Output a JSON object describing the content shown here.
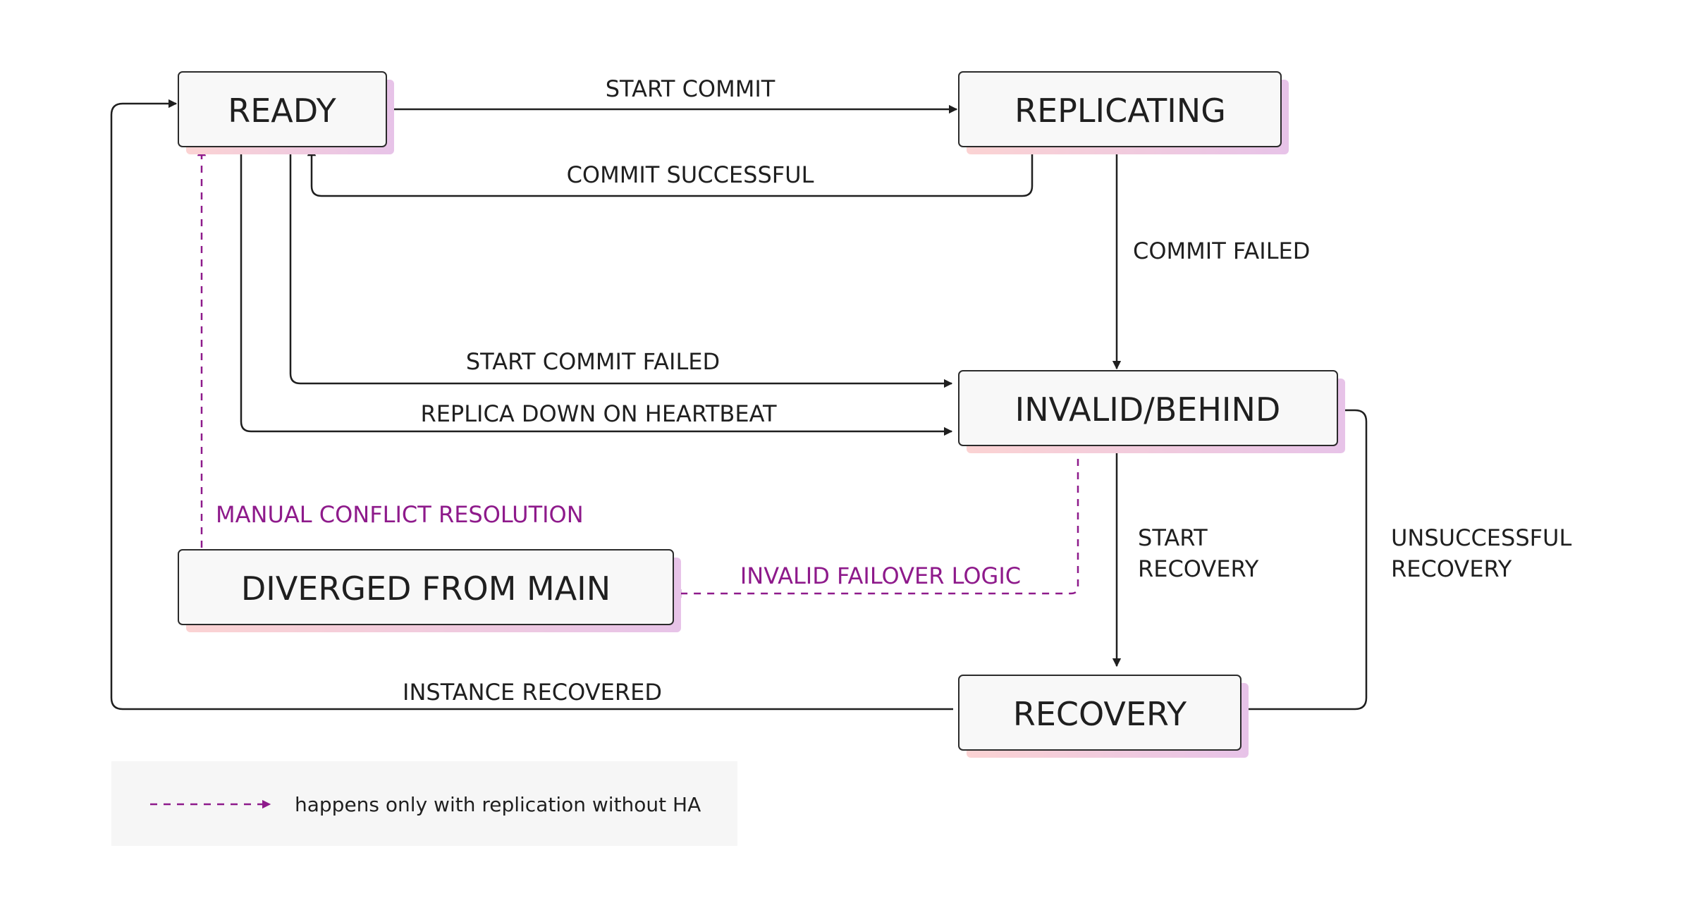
{
  "states": {
    "ready": "READY",
    "replicating": "REPLICATING",
    "invalid_behind": "INVALID/BEHIND",
    "diverged": "DIVERGED FROM MAIN",
    "recovery": "RECOVERY"
  },
  "transitions": {
    "start_commit": "START COMMIT",
    "commit_successful": "COMMIT SUCCESSFUL",
    "commit_failed": "COMMIT FAILED",
    "start_commit_failed": "START COMMIT FAILED",
    "replica_down": "REPLICA DOWN ON HEARTBEAT",
    "manual_conflict": "MANUAL CONFLICT RESOLUTION",
    "invalid_failover": "INVALID FAILOVER LOGIC",
    "start_recovery": [
      "START",
      "RECOVERY"
    ],
    "unsuccessful_recovery": [
      "UNSUCCESSFUL",
      "RECOVERY"
    ],
    "instance_recovered": "INSTANCE RECOVERED"
  },
  "legend": {
    "label": "happens only with replication without HA"
  },
  "colors": {
    "edge": "#1f1f1f",
    "accent_purple": "#8e1a8b",
    "box_fill": "#f8f8f8",
    "shadow_start": "#fbd3d3",
    "shadow_end": "#e7c3e8",
    "legend_bg": "#f6f6f6"
  }
}
